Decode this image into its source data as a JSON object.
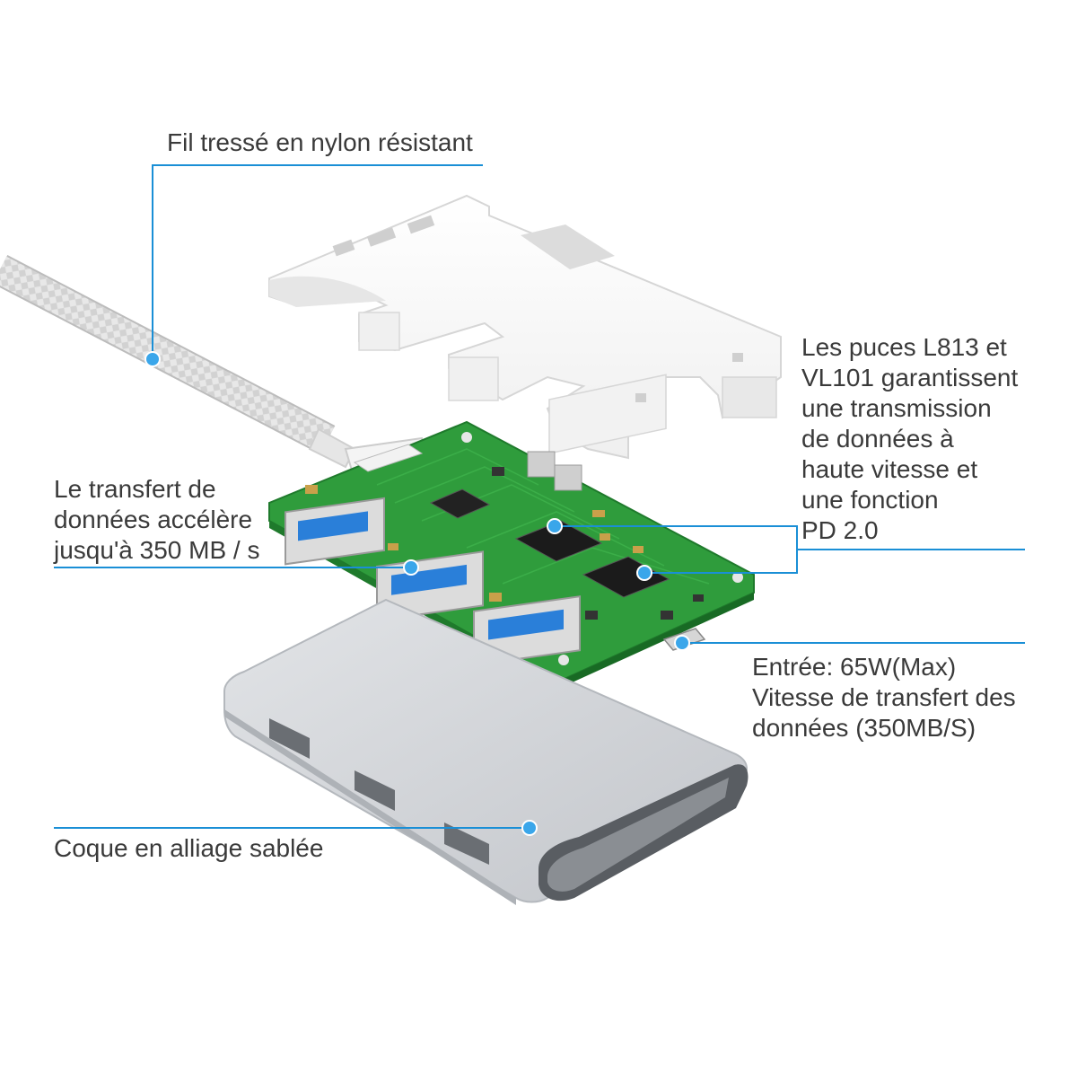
{
  "colors": {
    "leader": "#1a8fd6",
    "dot": "#3aa6ea",
    "pcb": "#2f9c3c",
    "pcb_dark": "#1f7a2c",
    "shell": "#c9ccd1",
    "cover": "#f7f7f7",
    "usb_blue": "#2a7fd9"
  },
  "callouts": {
    "cable": {
      "text": "Fil tressé en nylon résistant",
      "icon": "cable-dot"
    },
    "transfer": {
      "lines": [
        "Le transfert de",
        "données accélère",
        "jusqu'à 350 MB / s"
      ]
    },
    "chips": {
      "lines": [
        "Les puces L813 et",
        "VL101 garantissent",
        "une transmission",
        "de données à",
        "haute vitesse et",
        "une fonction",
        "PD 2.0"
      ]
    },
    "input": {
      "lines": [
        "Entrée: 65W(Max)",
        "Vitesse de transfert des",
        "données (350MB/S)"
      ]
    },
    "shell": {
      "text": "Coque en alliage sablée"
    }
  }
}
